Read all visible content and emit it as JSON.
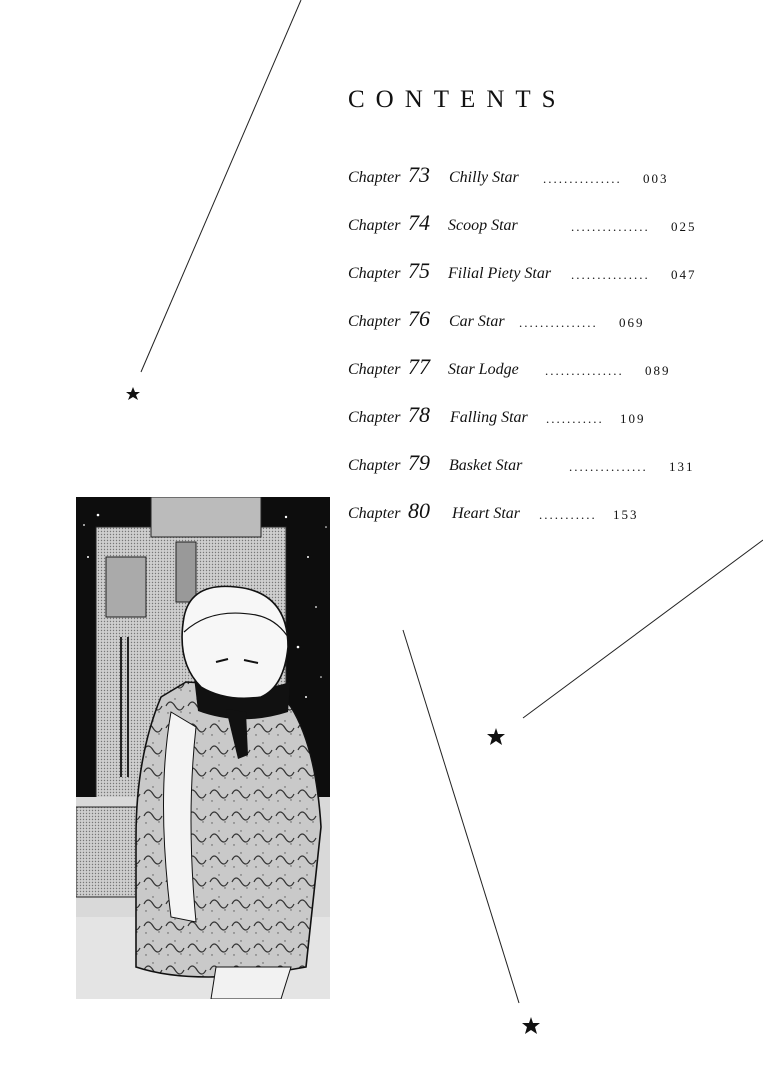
{
  "heading": "CONTENTS",
  "chapters": [
    {
      "word": "Chapter",
      "num": "73",
      "title": "Chilly Star",
      "leader": "...............",
      "page": "003"
    },
    {
      "word": "Chapter",
      "num": "74",
      "title": "Scoop Star",
      "leader": "...............",
      "page": "025"
    },
    {
      "word": "Chapter",
      "num": "75",
      "title": "Filial Piety Star",
      "leader": "...............",
      "page": "047"
    },
    {
      "word": "Chapter",
      "num": "76",
      "title": "Car Star",
      "leader": "...............",
      "page": "069"
    },
    {
      "word": "Chapter",
      "num": "77",
      "title": "Star Lodge",
      "leader": "...............",
      "page": "089"
    },
    {
      "word": "Chapter",
      "num": "78",
      "title": "Falling Star",
      "leader": "...........",
      "page": "109"
    },
    {
      "word": "Chapter",
      "num": "79",
      "title": "Basket Star",
      "leader": "...............",
      "page": "131"
    },
    {
      "word": "Chapter",
      "num": "80",
      "title": "Heart Star",
      "leader": "...........",
      "page": "153"
    }
  ],
  "icons": [
    "star-icon",
    "shooting-star-line"
  ],
  "colors": {
    "ink": "#111111",
    "paper": "#ffffff"
  }
}
